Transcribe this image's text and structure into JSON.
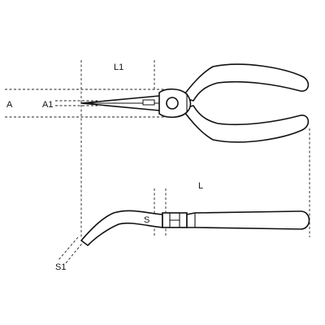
{
  "labels": {
    "L1": "L1",
    "A": "A",
    "A1": "A1",
    "L": "L",
    "S": "S",
    "S1": "S1"
  },
  "colors": {
    "ink": "#111111",
    "background": "#ffffff"
  }
}
